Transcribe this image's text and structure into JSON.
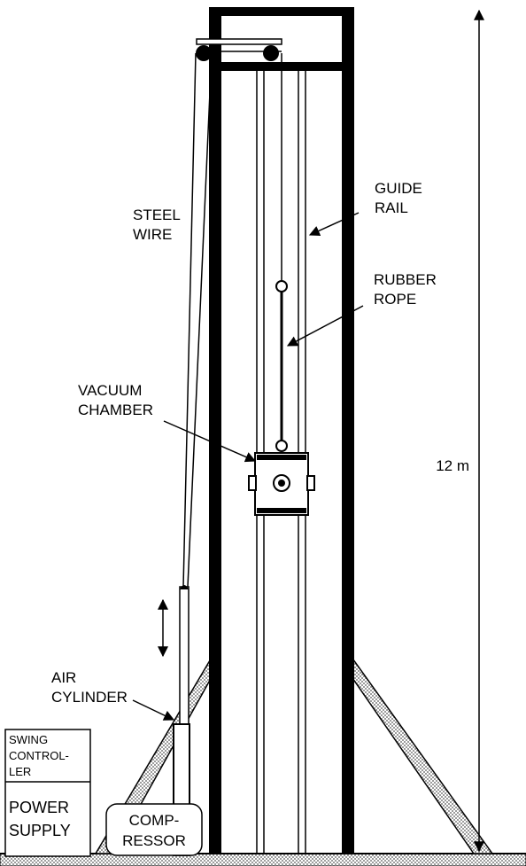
{
  "labels": {
    "steel_wire": [
      "STEEL",
      "WIRE"
    ],
    "guide_rail": [
      "GUIDE",
      "RAIL"
    ],
    "rubber_rope": [
      "RUBBER",
      "ROPE"
    ],
    "vacuum_chamber": [
      "VACUUM",
      "CHAMBER"
    ],
    "height": "12 m",
    "air_cylinder": [
      "AIR",
      "CYLINDER"
    ],
    "swing_controller": [
      "SWING",
      "CONTROL-",
      "LER"
    ],
    "power_supply": [
      "POWER",
      "SUPPLY"
    ],
    "compressor": [
      "COMP-",
      "RESSOR"
    ]
  },
  "colors": {
    "ink": "#000000",
    "paper": "#ffffff",
    "ground_hatch": "#555555"
  }
}
